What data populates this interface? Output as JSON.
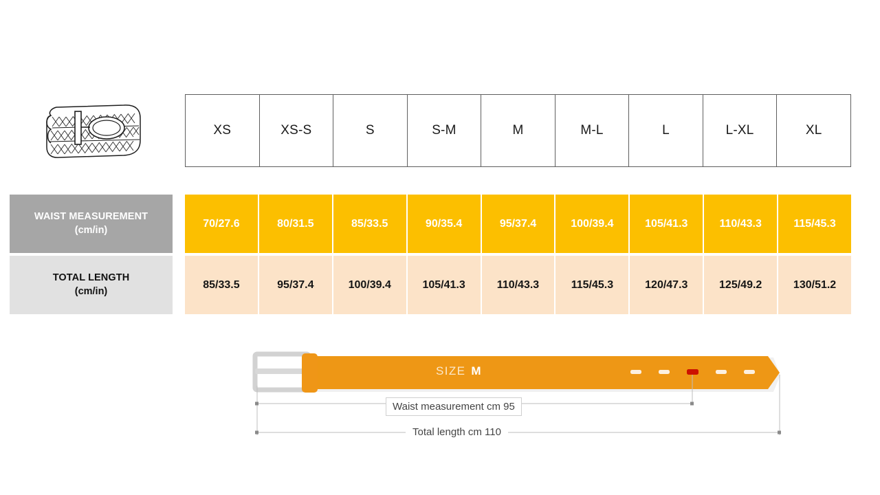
{
  "product": {
    "icon": "woven-belt-icon",
    "description": "Braided woven belt with buckle"
  },
  "colors": {
    "waist_row_fill": "#FCBF00",
    "length_row_fill": "#FCE3C8",
    "waist_label_fill": "#A6A6A6",
    "length_label_fill": "#E1E1E1",
    "belt_strap": "#EE9715",
    "belt_buckle": "#D8D8D8",
    "active_hole": "#CC1100",
    "header_border": "#5E5E5E"
  },
  "table": {
    "sizes": [
      "XS",
      "XS-S",
      "S",
      "S-M",
      "M",
      "M-L",
      "L",
      "L-XL",
      "XL"
    ],
    "rows": [
      {
        "label": "WAIST MEASUREMENT",
        "unit": "(cm/in)",
        "values": [
          "70/27.6",
          "80/31.5",
          "85/33.5",
          "90/35.4",
          "95/37.4",
          "100/39.4",
          "105/41.3",
          "110/43.3",
          "115/45.3"
        ]
      },
      {
        "label": "TOTAL LENGTH",
        "unit": "(cm/in)",
        "values": [
          "85/33.5",
          "95/37.4",
          "100/39.4",
          "105/41.3",
          "110/43.3",
          "115/45.3",
          "120/47.3",
          "125/49.2",
          "130/51.2"
        ]
      }
    ]
  },
  "diagram": {
    "size_prefix": "SIZE",
    "size_value": "M",
    "waist_dimension": "Waist measurement cm 95",
    "total_dimension": "Total length cm 110",
    "hole_count": 5,
    "active_hole_index": 2
  }
}
